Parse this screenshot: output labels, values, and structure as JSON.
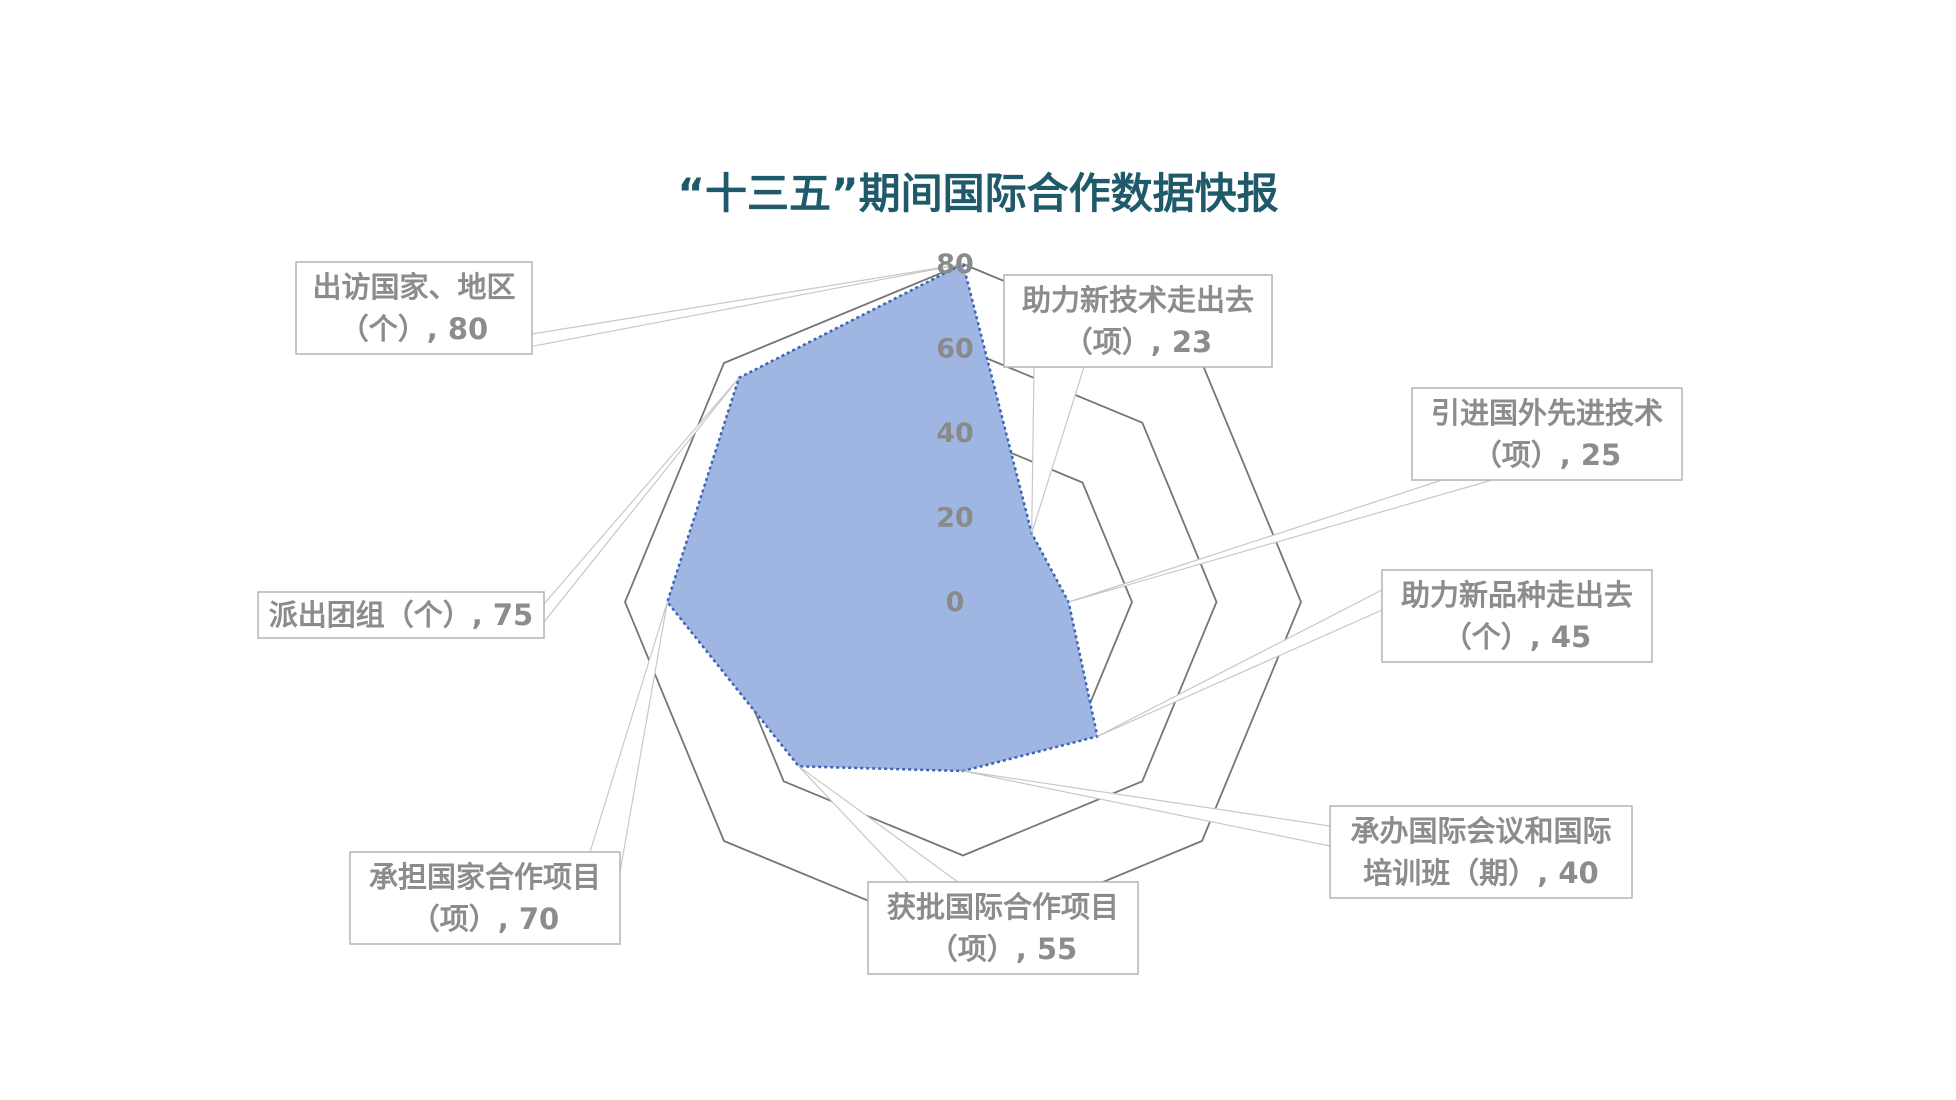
{
  "chart_data": {
    "type": "radar",
    "title": "“十三五”期间国际合作数据快报",
    "rlim": [
      0,
      80
    ],
    "ticks": [
      "0",
      "20",
      "40",
      "60",
      "80"
    ],
    "grid": true,
    "legend": "none",
    "series_color": "#9fb6e2",
    "series_edge_color": "#3c64b4",
    "axes": [
      {
        "name": "出访国家、地区（个）",
        "value": 80,
        "label_lines": [
          "出访国家、地区",
          "（个）, 80"
        ]
      },
      {
        "name": "助力新技术走出去（项）",
        "value": 23,
        "label_lines": [
          "助力新技术走出去",
          "（项）, 23"
        ]
      },
      {
        "name": "引进国外先进技术（项）",
        "value": 25,
        "label_lines": [
          "引进国外先进技术",
          "（项）, 25"
        ]
      },
      {
        "name": "助力新品种走出去（个）",
        "value": 45,
        "label_lines": [
          "助力新品种走出去",
          "（个）, 45"
        ]
      },
      {
        "name": "承办国际会议和国际培训班（期）",
        "value": 40,
        "label_lines": [
          "承办国际会议和国际",
          "培训班（期）, 40"
        ]
      },
      {
        "name": "获批国际合作项目（项）",
        "value": 55,
        "label_lines": [
          "获批国际合作项目",
          "（项）, 55"
        ]
      },
      {
        "name": "承担国家合作项目(项)",
        "value": 70,
        "label_lines": [
          "承担国家合作项目",
          "（项）, 70"
        ]
      },
      {
        "name": "派出团组（个）",
        "value": 75,
        "label_lines": [
          "派出团组（个）, 75"
        ]
      }
    ]
  }
}
